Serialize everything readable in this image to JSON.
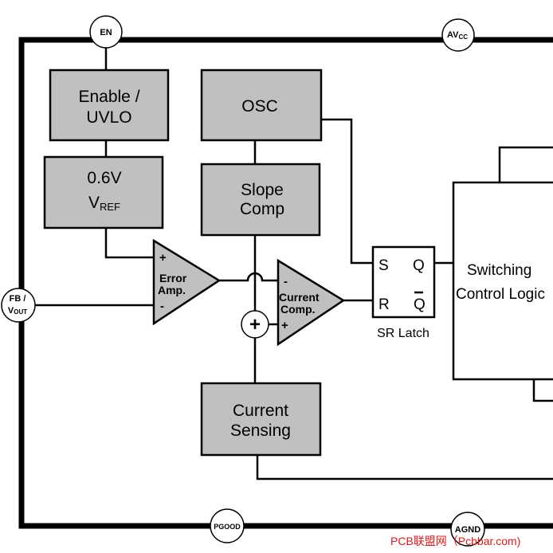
{
  "pins": {
    "en": "EN",
    "avcc": "AVCC",
    "avcc_main": "AV",
    "avcc_sub": "CC",
    "fb_line1": "FB /",
    "fb_line2_main": "V",
    "fb_line2_sub": "OUT",
    "pgood": "PGOOD",
    "agnd": "AGND"
  },
  "blocks": {
    "enable_line1": "Enable /",
    "enable_line2": "UVLO",
    "vref_line1": "0.6V",
    "vref_line2_main": "V",
    "vref_line2_sub": "REF",
    "osc": "OSC",
    "slope_line1": "Slope",
    "slope_line2": "Comp",
    "sensing_line1": "Current",
    "sensing_line2": "Sensing",
    "switching_line1": "Switching",
    "switching_line2": "Control Logic"
  },
  "error_amp": {
    "line1": "Error",
    "line2": "Amp.",
    "plus": "+",
    "minus": "-"
  },
  "current_comp": {
    "line1": "Current",
    "line2": "Comp.",
    "minus": "-",
    "plus": "+"
  },
  "summer": {
    "symbol": "+"
  },
  "sr_latch": {
    "s": "S",
    "r": "R",
    "q": "Q",
    "qbar": "Q",
    "caption": "SR Latch"
  },
  "watermark": "PCB联盟网（Pcbbar.com)"
}
